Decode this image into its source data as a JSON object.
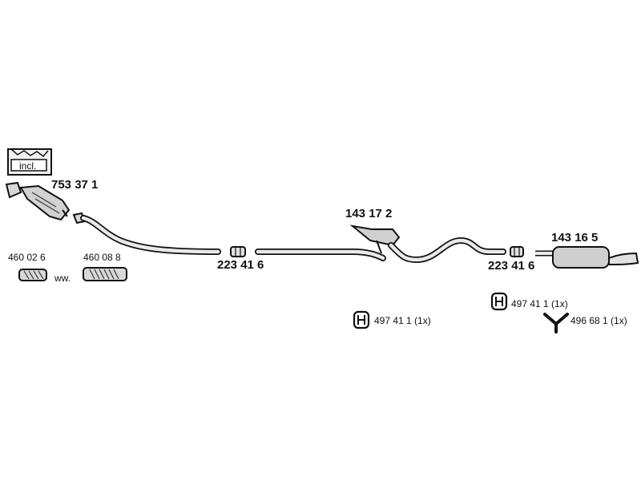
{
  "kit": {
    "incl_label": "incl."
  },
  "parts": [
    {
      "id": "catalyst",
      "number": "753 37 1"
    },
    {
      "id": "flex-pipe-a",
      "number": "460 02 6"
    },
    {
      "id": "flex-pipe-b",
      "number": "460 08 8"
    },
    {
      "id": "clamp-1",
      "number": "223 41 6"
    },
    {
      "id": "middle-silencer",
      "number": "143 17 2"
    },
    {
      "id": "clamp-2",
      "number": "223 41 6"
    },
    {
      "id": "rear-silencer",
      "number": "143 16 5"
    },
    {
      "id": "mounting-rubber-1",
      "number": "497 41 1 (1x)",
      "icon": "rubber-mount-icon"
    },
    {
      "id": "mounting-rubber-2",
      "number": "497 41 1 (1x)",
      "icon": "rubber-mount-icon"
    },
    {
      "id": "hanger",
      "number": "496 68 1 (1x)",
      "icon": "hanger-icon"
    }
  ],
  "alternative_label": "ww.",
  "colors": {
    "line": "#111111",
    "fill_light": "#e9e9e9",
    "fill_mid": "#bdbdbd"
  }
}
